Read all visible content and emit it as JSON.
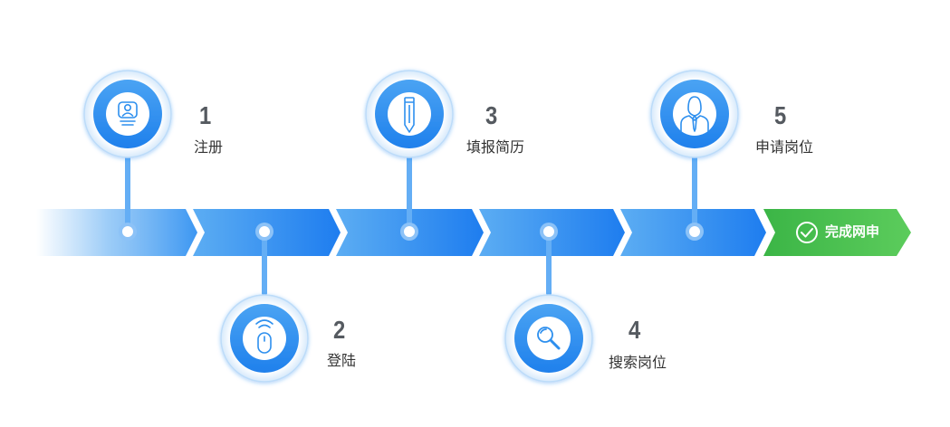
{
  "steps": [
    {
      "number": "1",
      "label": "注册",
      "icon": "user-profile-icon"
    },
    {
      "number": "2",
      "label": "登陆",
      "icon": "mouse-icon"
    },
    {
      "number": "3",
      "label": "填报简历",
      "icon": "pencil-icon"
    },
    {
      "number": "4",
      "label": "搜索岗位",
      "icon": "magnifier-icon"
    },
    {
      "number": "5",
      "label": "申请岗位",
      "icon": "person-tie-icon"
    }
  ],
  "final": {
    "label": "完成网申",
    "icon": "check-circle-icon"
  },
  "colors": {
    "arrow_light": "#5aaaf2",
    "arrow_dark": "#1f7ff0",
    "badge_inner": "#2d8fee",
    "final_green": "#47c04e",
    "text": "#333333"
  }
}
